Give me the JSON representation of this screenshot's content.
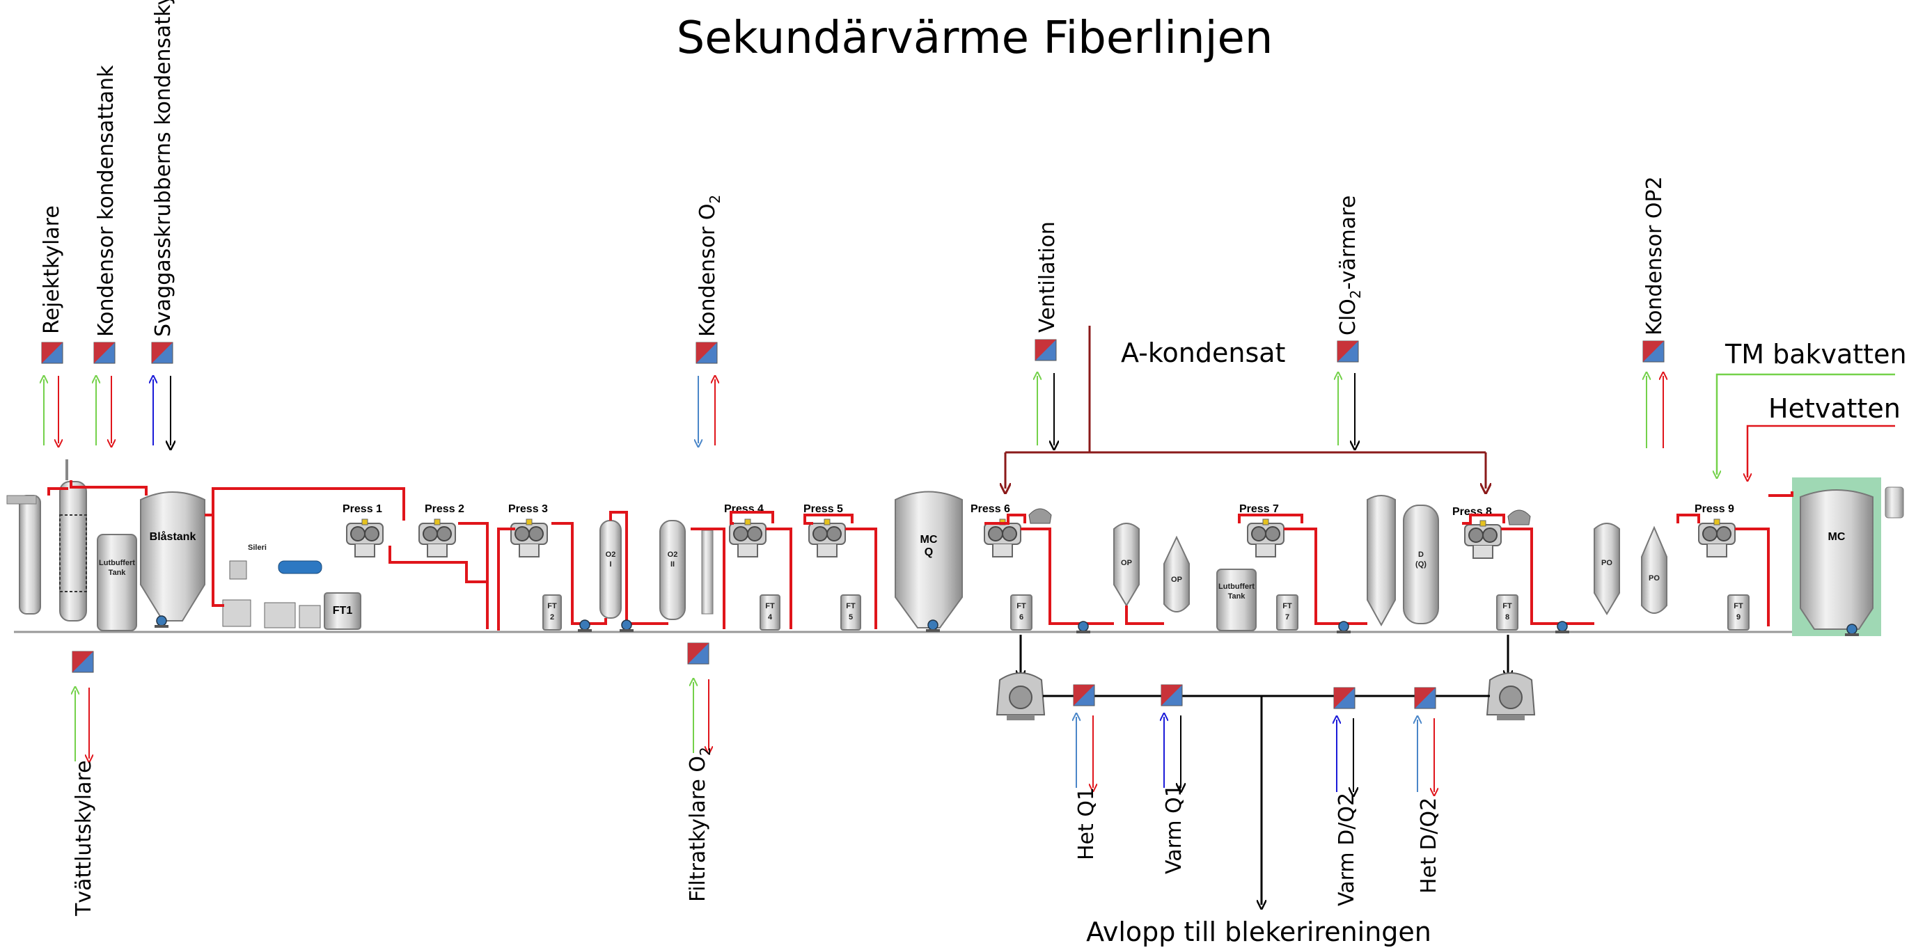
{
  "title": "Sekundärvärme Fiberlinjen",
  "colors": {
    "hot": "#e0151b",
    "cold_blue": "#4a86c8",
    "dark_blue": "#1a1ad8",
    "green": "#74d14a",
    "black": "#000000",
    "dark_red": "#8b1a1a",
    "highlight": "#9fd8b4"
  },
  "top_labels": {
    "rejektkylare": "Rejektkylare",
    "kondensor_kondensattank": "Kondensor kondensattank",
    "svaggas": "Svaggasskrubberns kondensatkylare",
    "kondensor_o2_main": "Kondensor O",
    "kondensor_o2_sub": "2",
    "ventilation": "Ventilation",
    "clo2_main": "ClO",
    "clo2_sub": "2",
    "clo2_suffix": "-värmare",
    "kondensor_op2": "Kondensor OP2"
  },
  "side_labels": {
    "a_kondensat": "A-kondensat",
    "tm_bakvatten": "TM bakvatten",
    "hetvatten": "Hetvatten"
  },
  "bottom_labels": {
    "tvattlutskylare": "Tvättlutskylare",
    "filtratkylare_main": "Filtratkylare O",
    "filtratkylare_sub": "2",
    "het_q1": "Het Q1",
    "varm_q1": "Varm Q1",
    "varm_dq2": "Varm D/Q2",
    "het_dq2": "Het D/Q2",
    "avlopp": "Avlopp till blekerireningen"
  },
  "equipment": {
    "press1": "Press 1",
    "press2": "Press 2",
    "press3": "Press 3",
    "press4": "Press 4",
    "press5": "Press 5",
    "press6": "Press 6",
    "press7": "Press 7",
    "press8": "Press 8",
    "press9": "Press 9",
    "blastank": "Blåstank",
    "sileri": "Sileri",
    "lutbuffert1_a": "Lutbuffert",
    "lutbuffert1_b": "Tank",
    "lutbuffert2_a": "Lutbuffert",
    "lutbuffert2_b": "Tank",
    "ft1": "FT1",
    "ft2_a": "FT",
    "ft2_b": "2",
    "ft4_a": "FT",
    "ft4_b": "4",
    "ft5_a": "FT",
    "ft5_b": "5",
    "ft6_a": "FT",
    "ft6_b": "6",
    "ft7_a": "FT",
    "ft7_b": "7",
    "ft8_a": "FT",
    "ft8_b": "8",
    "ft9_a": "FT",
    "ft9_b": "9",
    "o2_1_a": "O2",
    "o2_1_b": "I",
    "o2_2_a": "O2",
    "o2_2_b": "II",
    "mcq_a": "MC",
    "mcq_b": "Q",
    "op1": "OP",
    "op2": "OP",
    "dq_a": "D",
    "dq_b": "(Q)",
    "po1": "PO",
    "po2": "PO",
    "mc": "MC"
  }
}
